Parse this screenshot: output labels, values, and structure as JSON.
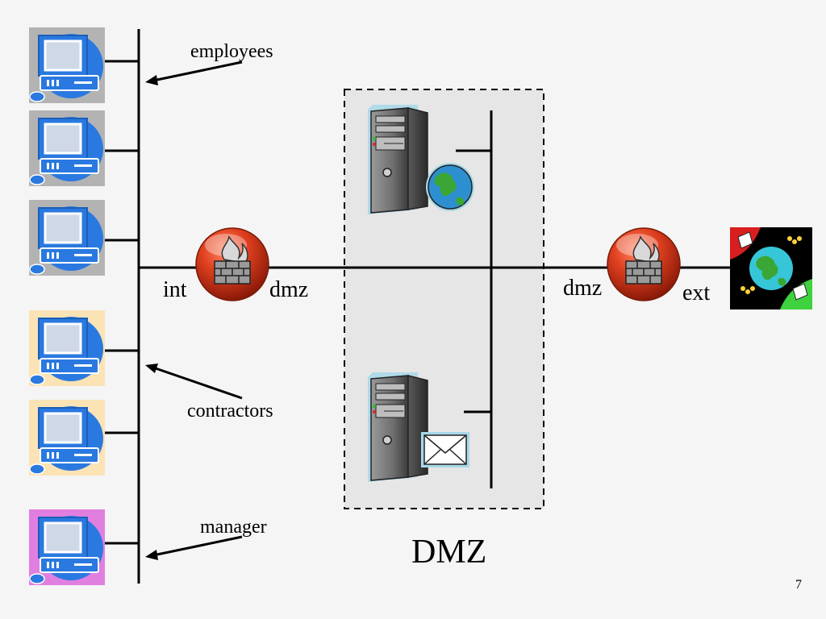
{
  "labels": {
    "employees": "employees",
    "contractors": "contractors",
    "manager": "manager",
    "int": "int",
    "dmz_left": "dmz",
    "dmz_right": "dmz",
    "ext": "ext",
    "dmz_zone": "DMZ"
  },
  "page_number": "7",
  "colors": {
    "employee_bg": "#b3b3b3",
    "contractor_bg": "#fbe3b5",
    "manager_bg": "#e07fe0",
    "computer_blue": "#2a79e0",
    "dmz_fill": "#e6e6e6",
    "firewall_red": "#d83a1e"
  },
  "icons": {
    "computers": [
      "employee",
      "employee",
      "employee",
      "contractor",
      "contractor",
      "manager"
    ],
    "firewall": "firewall-icon",
    "web_server": "web-server-icon",
    "mail_server": "mail-server-icon",
    "internet": "internet-icon"
  }
}
